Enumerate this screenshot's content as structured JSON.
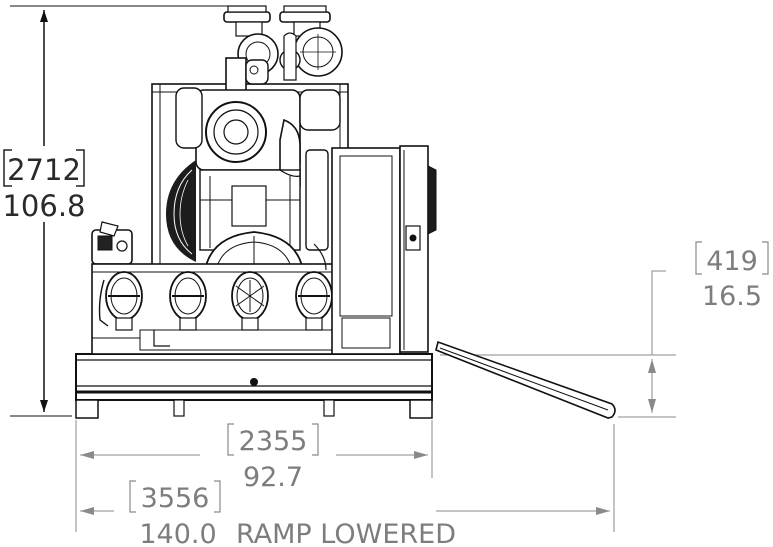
{
  "drawing": {
    "dimensions": {
      "height": {
        "metric": "2712",
        "imperial": "106.8"
      },
      "ramp_height": {
        "metric": "419",
        "imperial": "16.5"
      },
      "base_width": {
        "metric": "2355",
        "imperial": "92.7"
      },
      "overall_width": {
        "metric": "3556",
        "imperial": "140.0",
        "note": "RAMP LOWERED"
      }
    }
  }
}
